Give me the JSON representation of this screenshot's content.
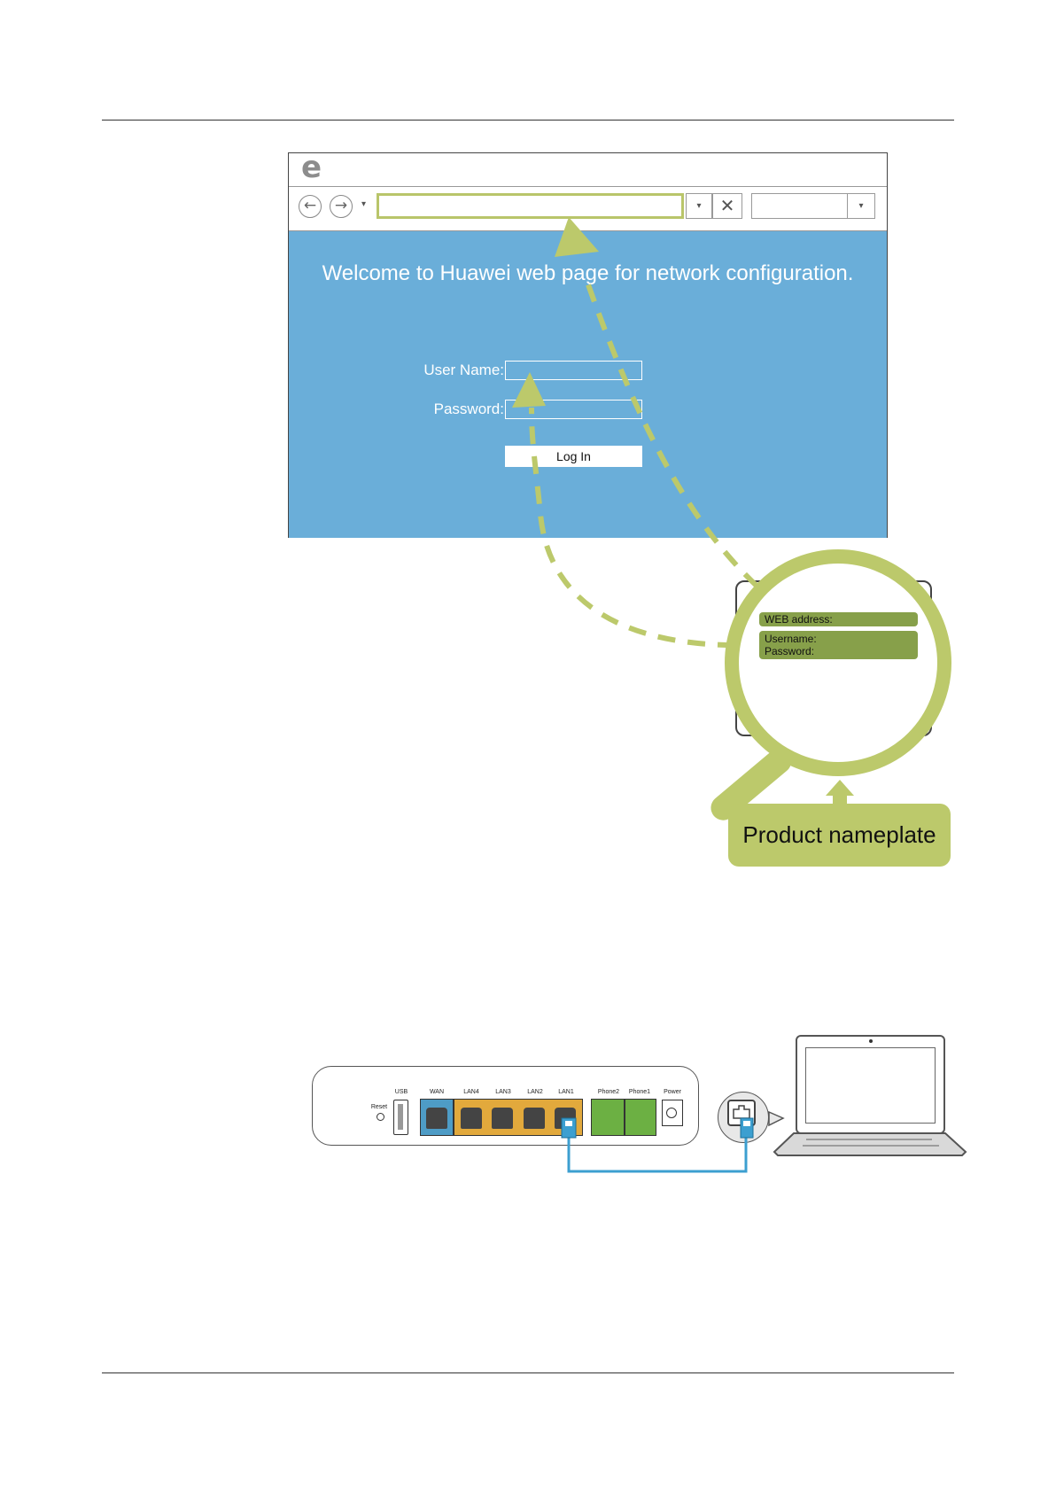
{
  "browser": {
    "logo_glyph": "e",
    "back_glyph": "←",
    "forward_glyph": "→",
    "dropdown_glyph": "▾",
    "close_glyph": "✕",
    "welcome_text": "Welcome to Huawei web page for network configuration.",
    "username_label": "User Name:",
    "password_label": "Password:",
    "login_label": "Log In",
    "address_value": "",
    "username_value": "",
    "password_value": ""
  },
  "nameplate": {
    "web_address_label": "WEB address:",
    "username_label": "Username:",
    "password_label": "Password:",
    "caption": "Product nameplate"
  },
  "router": {
    "ports": {
      "reset": "Reset",
      "usb": "USB",
      "wan": "WAN",
      "lan4": "LAN4",
      "lan3": "LAN3",
      "lan2": "LAN2",
      "lan1": "LAN1",
      "phone2": "Phone2",
      "phone1": "Phone1",
      "power": "Power"
    }
  },
  "colors": {
    "accent_green": "#bcc96b",
    "nameplate_row": "#87a04a",
    "web_page_blue": "#6aaed9",
    "wan_blue": "#4e9cc6",
    "lan_orange": "#e2a93c",
    "phone_green": "#6cb043",
    "cable_blue": "#3c9fd0"
  },
  "icons": [
    "browser-logo-icon",
    "back-arrow-icon",
    "forward-arrow-icon",
    "dropdown-icon",
    "close-icon",
    "magnifier-icon",
    "laptop-icon",
    "router-icon",
    "ethernet-cable-icon"
  ]
}
